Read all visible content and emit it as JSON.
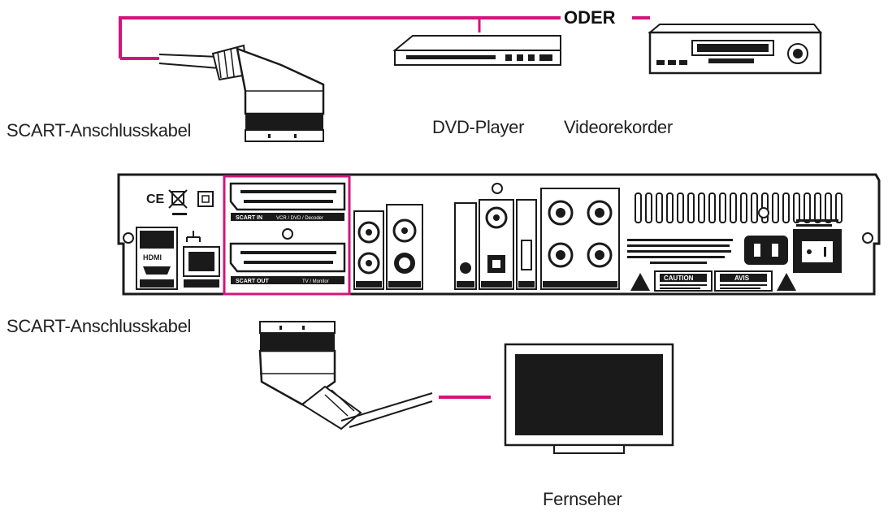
{
  "labels": {
    "oder": "ODER",
    "scart_cable_top": "SCART-Anschlusskabel",
    "dvd_player": "DVD-Player",
    "video_recorder": "Videorekorder",
    "scart_cable_bottom": "SCART-Anschlusskabel",
    "tv": "Fernseher"
  },
  "receiver_panel": {
    "hdmi": "HDMI",
    "scart_in": "SCART IN",
    "scart_in_sub": "VCR / DVD / Decoder",
    "scart_out": "SCART OUT",
    "scart_out_sub": "TV / Monitor",
    "caution": "CAUTION",
    "avis": "AVIS"
  },
  "colors": {
    "accent_magenta": "#d4147c",
    "line_dark": "#1a1a1a"
  }
}
